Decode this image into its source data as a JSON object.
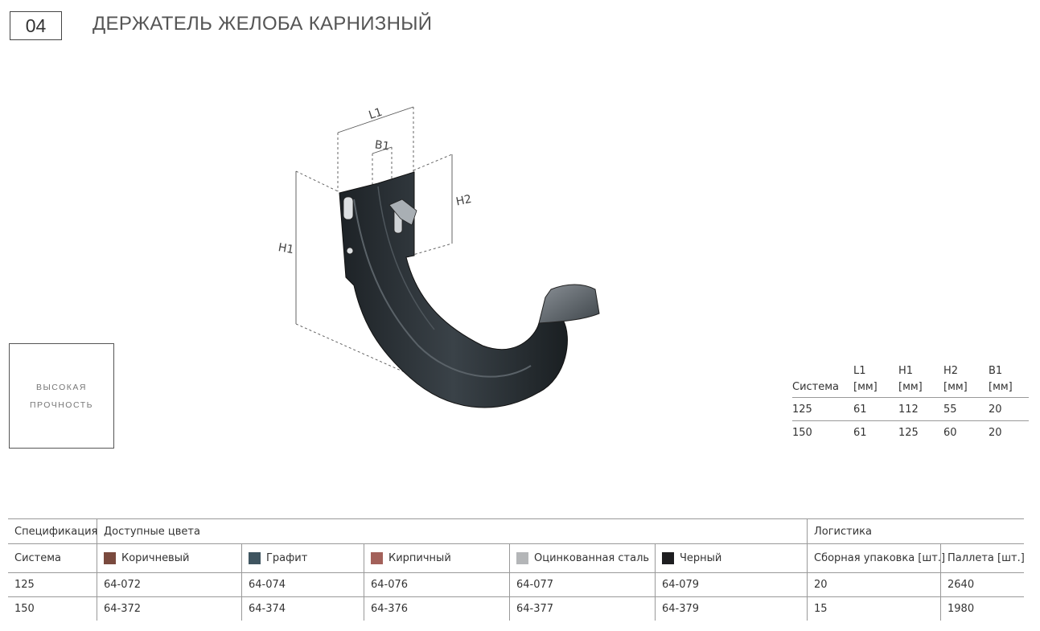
{
  "header": {
    "number": "04",
    "title": "ДЕРЖАТЕЛЬ ЖЕЛОБА КАРНИЗНЫЙ"
  },
  "feature": {
    "line1": "ВЫСОКАЯ",
    "line2": "ПРОЧНОСТЬ"
  },
  "diagram": {
    "l1": "L1",
    "b1": "B1",
    "h1": "H1",
    "h2": "H2"
  },
  "dimensions": {
    "header": {
      "system": "Система",
      "l1": "L1",
      "h1": "H1",
      "h2": "H2",
      "b1": "B1",
      "unit": "[мм]"
    },
    "rows": [
      {
        "system": "125",
        "l1": "61",
        "h1": "112",
        "h2": "55",
        "b1": "20"
      },
      {
        "system": "150",
        "l1": "61",
        "h1": "125",
        "h2": "60",
        "b1": "20"
      }
    ]
  },
  "spec": {
    "spec_label": "Спецификация",
    "colors_label": "Доступные цвета",
    "logistics_label": "Логистика",
    "system_label": "Система",
    "colors": [
      {
        "name": "Коричневый",
        "hex": "#7a4a3e"
      },
      {
        "name": "Графит",
        "hex": "#3f5560"
      },
      {
        "name": "Кирпичный",
        "hex": "#a3615a"
      },
      {
        "name": "Оцинкованная сталь",
        "hex": "#b4b6b8"
      },
      {
        "name": "Черный",
        "hex": "#1e1e20"
      }
    ],
    "logistics": {
      "pack": "Сборная упаковка [шт.]",
      "pallet": "Паллета [шт.]"
    },
    "rows": [
      {
        "system": "125",
        "codes": [
          "64-072",
          "64-074",
          "64-076",
          "64-077",
          "64-079"
        ],
        "pack": "20",
        "pallet": "2640"
      },
      {
        "system": "150",
        "codes": [
          "64-372",
          "64-374",
          "64-376",
          "64-377",
          "64-379"
        ],
        "pack": "15",
        "pallet": "1980"
      }
    ]
  }
}
